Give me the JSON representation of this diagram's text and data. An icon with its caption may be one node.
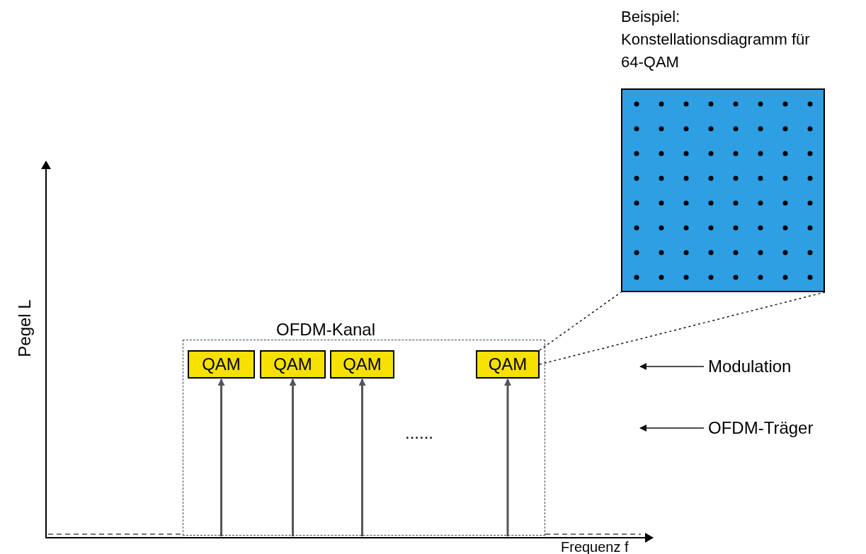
{
  "diagram": {
    "nodes": [
      {
        "text": [
          "OFDM-Kanal"
        ]
      },
      {
        "text": [
          "QAM"
        ],
        "in": 0
      },
      {
        "text": [
          "QAM"
        ],
        "in": 0
      },
      {
        "text": [
          "QAM"
        ],
        "in": 0
      },
      {
        "text": [
          "QAM"
        ],
        "in": 0
      },
      {
        "text": [
          "Beispiel: Konstellationsdiagramm für 64-QAM"
        ]
      },
      {
        "text": [
          "Modulation"
        ]
      },
      {
        "text": [
          "OFDM-Träger"
        ]
      }
    ],
    "edges": [
      {
        "from": null,
        "to": 1,
        "arrow": "to"
      },
      {
        "from": null,
        "to": 2,
        "arrow": "to"
      },
      {
        "from": null,
        "to": 3,
        "arrow": "to"
      },
      {
        "from": null,
        "to": 4,
        "arrow": "to"
      },
      {
        "from": 6,
        "to": null,
        "arrow": "to"
      },
      {
        "from": 7,
        "to": null,
        "arrow": "to"
      },
      {
        "from": 4,
        "to": 5,
        "arrow": "none",
        "style": "dashed"
      },
      {
        "from": 4,
        "to": 5,
        "arrow": "none",
        "style": "dashed"
      }
    ],
    "labels": [
      "Pegel L",
      "Frequenz f",
      "......"
    ]
  }
}
